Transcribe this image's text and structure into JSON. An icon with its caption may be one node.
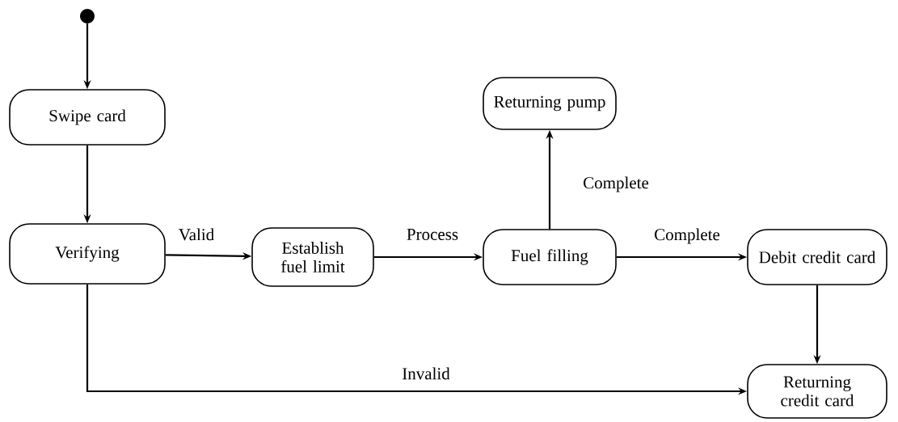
{
  "diagram": {
    "nodes": [
      {
        "text": [],
        "shape": "circle"
      },
      {
        "text": [
          "Swipe card"
        ]
      },
      {
        "text": [
          "Verifying"
        ]
      },
      {
        "text": [
          "Establish fuel limit"
        ]
      },
      {
        "text": [
          "Fuel filling"
        ]
      },
      {
        "text": [
          "Returning pump"
        ]
      },
      {
        "text": [
          "Debit credit card"
        ]
      },
      {
        "text": [
          "Returning credit card"
        ]
      }
    ],
    "edges": [
      {
        "from": 0,
        "to": 1,
        "arrow": "to"
      },
      {
        "from": 1,
        "to": 2,
        "arrow": "to"
      },
      {
        "from": 2,
        "to": 3,
        "arrow": "to",
        "label": "Valid"
      },
      {
        "from": 3,
        "to": 4,
        "arrow": "to",
        "label": "Process"
      },
      {
        "from": 4,
        "to": 5,
        "arrow": "to",
        "label": "Complete"
      },
      {
        "from": 4,
        "to": 6,
        "arrow": "to",
        "label": "Complete"
      },
      {
        "from": 6,
        "to": 7,
        "arrow": "to"
      },
      {
        "from": 2,
        "to": 7,
        "arrow": "to",
        "label": "Invalid"
      }
    ]
  }
}
